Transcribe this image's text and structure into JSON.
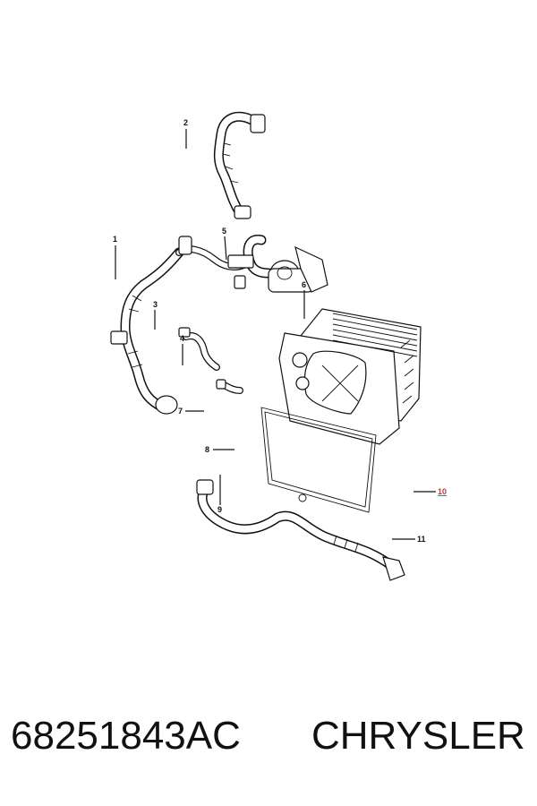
{
  "callouts": [
    {
      "id": "1",
      "label": "1"
    },
    {
      "id": "2",
      "label": "2"
    },
    {
      "id": "3",
      "label": "3"
    },
    {
      "id": "4",
      "label": "4"
    },
    {
      "id": "5",
      "label": "5"
    },
    {
      "id": "6",
      "label": "6"
    },
    {
      "id": "7",
      "label": "7"
    },
    {
      "id": "8",
      "label": "8"
    },
    {
      "id": "9",
      "label": "9"
    },
    {
      "id": "10",
      "label": "10"
    },
    {
      "id": "11",
      "label": "11"
    }
  ],
  "caption": {
    "part_number": "68251843AC",
    "brand": "CHRYSLER"
  },
  "colors": {
    "line": "#111111",
    "highlight_callout": "#cc3333"
  }
}
